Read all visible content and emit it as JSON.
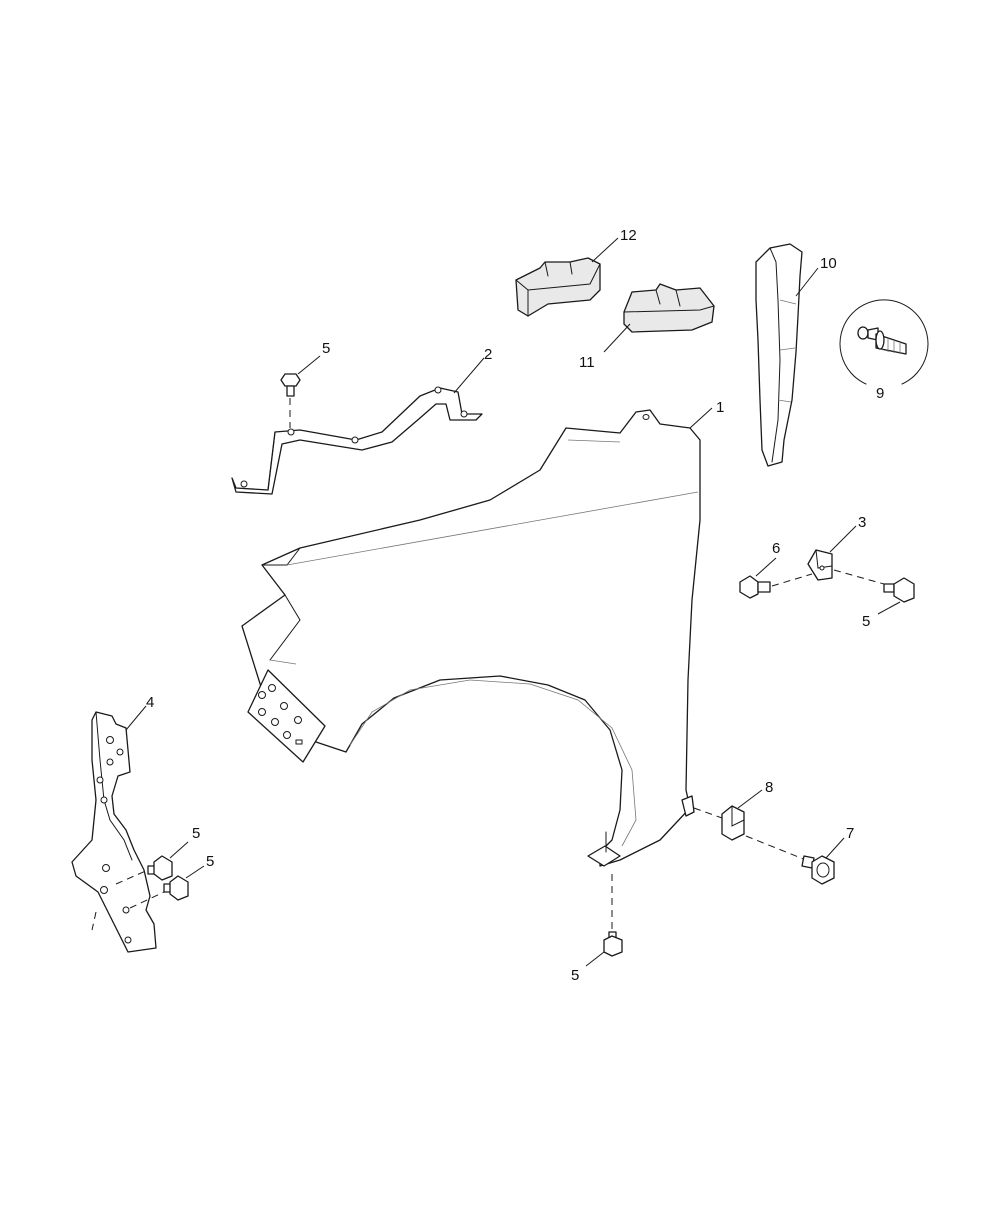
{
  "callouts": {
    "fender": "1",
    "upper_bracket": "2",
    "clip_nut": "3",
    "front_bracket": "4",
    "bolt_upper": "5",
    "bolt_right": "5",
    "bolt_bracket_a": "5",
    "bolt_bracket_b": "5",
    "bolt_bottom": "5",
    "bolt_6": "6",
    "bolt_7": "7",
    "clip_8": "8",
    "detail_clip": "9",
    "rear_seal": "10",
    "insulator_lower": "11",
    "insulator_upper": "12"
  }
}
